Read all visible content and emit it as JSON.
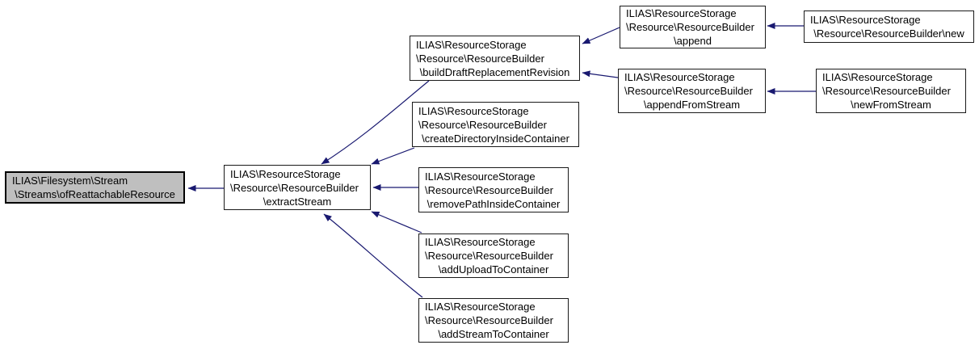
{
  "graph": {
    "type": "caller-graph",
    "colors": {
      "edge": "#191970",
      "node_fill": "#ffffff",
      "highlight_fill": "#bfbfbf",
      "border": "#000000",
      "background": "#ffffff"
    },
    "nodes": [
      {
        "id": "ofReattachableResource",
        "highlighted": true,
        "lines": [
          "ILIAS\\Filesystem\\Stream",
          "\\Streams\\ofReattachableResource"
        ]
      },
      {
        "id": "extractStream",
        "highlighted": false,
        "lines": [
          "ILIAS\\ResourceStorage",
          "\\Resource\\ResourceBuilder",
          "\\extractStream"
        ]
      },
      {
        "id": "buildDraftReplacementRevision",
        "highlighted": false,
        "lines": [
          "ILIAS\\ResourceStorage",
          "\\Resource\\ResourceBuilder",
          "\\buildDraftReplacementRevision"
        ]
      },
      {
        "id": "createDirectoryInsideContainer",
        "highlighted": false,
        "lines": [
          "ILIAS\\ResourceStorage",
          "\\Resource\\ResourceBuilder",
          "\\createDirectoryInsideContainer"
        ]
      },
      {
        "id": "removePathInsideContainer",
        "highlighted": false,
        "lines": [
          "ILIAS\\ResourceStorage",
          "\\Resource\\ResourceBuilder",
          "\\removePathInsideContainer"
        ]
      },
      {
        "id": "addUploadToContainer",
        "highlighted": false,
        "lines": [
          "ILIAS\\ResourceStorage",
          "\\Resource\\ResourceBuilder",
          "\\addUploadToContainer"
        ]
      },
      {
        "id": "addStreamToContainer",
        "highlighted": false,
        "lines": [
          "ILIAS\\ResourceStorage",
          "\\Resource\\ResourceBuilder",
          "\\addStreamToContainer"
        ]
      },
      {
        "id": "append",
        "highlighted": false,
        "lines": [
          "ILIAS\\ResourceStorage",
          "\\Resource\\ResourceBuilder",
          "\\append"
        ]
      },
      {
        "id": "new",
        "highlighted": false,
        "lines": [
          "ILIAS\\ResourceStorage",
          "\\Resource\\ResourceBuilder\\new"
        ]
      },
      {
        "id": "appendFromStream",
        "highlighted": false,
        "lines": [
          "ILIAS\\ResourceStorage",
          "\\Resource\\ResourceBuilder",
          "\\appendFromStream"
        ]
      },
      {
        "id": "newFromStream",
        "highlighted": false,
        "lines": [
          "ILIAS\\ResourceStorage",
          "\\Resource\\ResourceBuilder",
          "\\newFromStream"
        ]
      }
    ],
    "edges": [
      {
        "from": "extractStream",
        "to": "ofReattachableResource"
      },
      {
        "from": "buildDraftReplacementRevision",
        "to": "extractStream"
      },
      {
        "from": "createDirectoryInsideContainer",
        "to": "extractStream"
      },
      {
        "from": "removePathInsideContainer",
        "to": "extractStream"
      },
      {
        "from": "addUploadToContainer",
        "to": "extractStream"
      },
      {
        "from": "addStreamToContainer",
        "to": "extractStream"
      },
      {
        "from": "append",
        "to": "buildDraftReplacementRevision"
      },
      {
        "from": "appendFromStream",
        "to": "buildDraftReplacementRevision"
      },
      {
        "from": "new",
        "to": "append"
      },
      {
        "from": "newFromStream",
        "to": "appendFromStream"
      }
    ]
  }
}
